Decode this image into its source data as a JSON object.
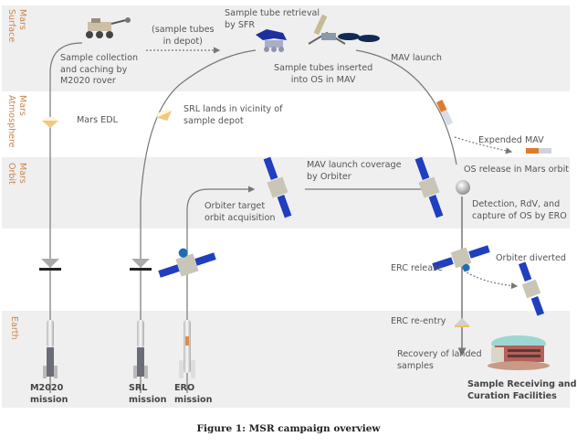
{
  "bands": [
    {
      "id": "mars-surface",
      "label": "Mars\nSurface"
    },
    {
      "id": "mars-atmosphere",
      "label": "Mars\nAtmosphere"
    },
    {
      "id": "mars-orbit",
      "label": "Mars\nOrbit"
    },
    {
      "id": "cruise",
      "label": ""
    },
    {
      "id": "earth",
      "label": "Earth"
    }
  ],
  "labels": {
    "sample_collection": "Sample collection\nand caching by\nM2020 rover",
    "sample_tubes_depot": "(sample tubes\nin depot)",
    "sample_tube_retrieval": "Sample tube retrieval\nby SFR",
    "sample_tubes_inserted": "Sample tubes inserted\ninto OS in MAV",
    "mav_launch": "MAV launch",
    "mars_edl": "Mars EDL",
    "srl_lands": "SRL lands in vicinity of\nsample depot",
    "expended_mav": "Expended MAV",
    "mav_launch_coverage": "MAV launch coverage\nby Orbiter",
    "os_release": "OS release in Mars orbit",
    "orbiter_target": "Orbiter target\norbit acquisition",
    "detection_rdv": "Detection, RdV, and\ncapture of OS by ERO",
    "erc_release": "ERC release",
    "orbiter_diverted": "Orbiter diverted",
    "erc_reentry": "ERC re-entry",
    "recovery": "Recovery of landed\nsamples",
    "facilities": "Sample Receiving and\nCuration Facilities",
    "m2020_mission": "M2020\nmission",
    "srl_mission": "SRL\nmission",
    "ero_mission": "ERO\nmission"
  },
  "caption": "Figure 1: MSR campaign overview",
  "colors": {
    "band_gray": "#efefef",
    "band_label": "#c9874f",
    "line": "#777777",
    "solar_panel": "#1f3fbf",
    "rover_arm": "#1e2f9e",
    "mav_orange": "#e07b2a"
  }
}
